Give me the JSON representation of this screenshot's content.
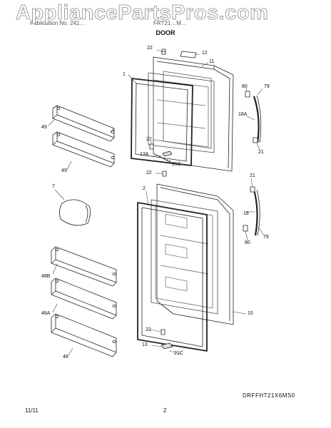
{
  "header": {
    "publication": "Publication No. 241…",
    "model": "FRT21…M…",
    "title": "DOOR"
  },
  "watermark": "AppliancePartsPros.com",
  "labels": {
    "p22_top": "22",
    "p12": "12",
    "p11": "11",
    "p1": "1",
    "p80_top": "80",
    "p79_top": "79",
    "p18A": "18A",
    "p21_top": "21",
    "p49_a": "49",
    "p49_b": "49",
    "p22_mid": "22",
    "p13A": "13A",
    "p21C_top": "21C",
    "p22_low": "22",
    "p2": "2",
    "p21_low": "21",
    "p7": "7",
    "p18": "18",
    "p80_low": "80",
    "p79_low": "79",
    "p48B": "48B",
    "p48A": "48A",
    "p15": "15",
    "p22_bottom": "22",
    "p13": "13",
    "p21C_bottom": "21C",
    "p48": "48"
  },
  "footer": {
    "diagram_code": "DRFFHT21X6MS0",
    "date": "11/11",
    "page": "2"
  }
}
